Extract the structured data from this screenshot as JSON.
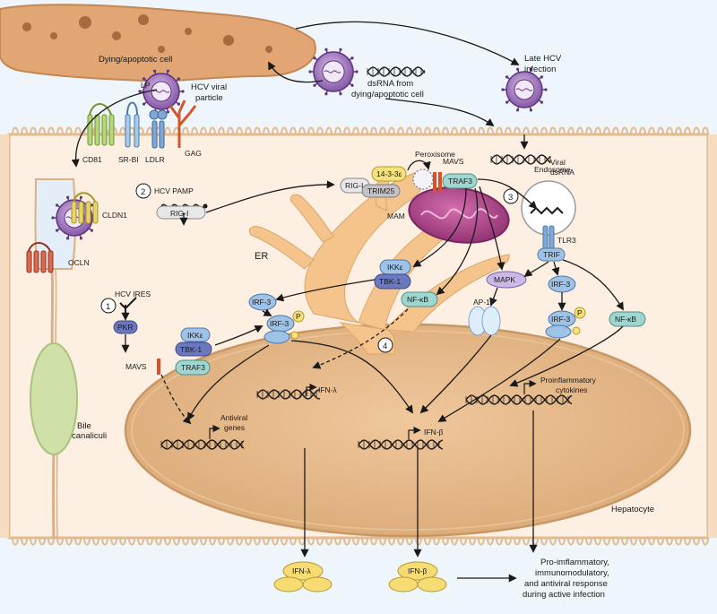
{
  "labels": {
    "dying_cell": "Dying/apoptotic cell",
    "late_hcv_1": "Late HCV",
    "late_hcv_2": "infection",
    "dsrna_from_1": "dsRNA from",
    "dsrna_from_2": "dying/apoptotic cell",
    "lp": "LP",
    "hcv_viral_1": "HCV viral",
    "hcv_viral_2": "particle",
    "cd81": "CD81",
    "srbi": "SR-BI",
    "ldlr": "LDLR",
    "gag": "GAG",
    "cldn1": "CLDN1",
    "ocln": "OCLN",
    "hcv_pamp": "HCV PAMP",
    "num2": "2",
    "rigi_free": "RIG-I",
    "rigi_bound": "RIG-I",
    "protein1433": "14-3-3ε",
    "trim25": "TRIM25",
    "peroxisome": "Peroxisome",
    "mavs_top": "MAVS",
    "traf3_top": "TRAF3",
    "mam": "MAM",
    "viral_dsrna_1": "Viral",
    "viral_dsrna_2": "dsRNA",
    "num3": "3",
    "endosome": "Endosome",
    "tlr3": "TLR3",
    "trif": "TRIF",
    "er": "ER",
    "ikke_top": "IKKε",
    "tbk1_top": "TBK-1",
    "irf3_a": "IRF-3",
    "irf3_b": "IRF-3",
    "p_a": "P",
    "nfkb_mid": "NF-κB",
    "mapk": "MAPK",
    "ap1": "AP-1",
    "irf3_c": "IRF-3",
    "irf3_d": "IRF-3",
    "p_b": "P",
    "nfkb_right": "NF-κB",
    "hcv_ires": "HCV IRES",
    "num1": "1",
    "pkr": "PKR",
    "mavs_left": "MAVS",
    "traf3_left": "TRAF3",
    "ikke_left": "IKKε",
    "tbk1_left": "TBK-1",
    "num4": "4",
    "ifn_lambda_gene": "IFN-λ",
    "antiviral_1": "Antiviral",
    "antiviral_2": "genes",
    "ifn_beta_gene": "IFN-β",
    "proinfl_1": "Proinflammatory",
    "proinfl_2": "cytokines",
    "bile_1": "Bile",
    "bile_2": "canaliculi",
    "hepatocyte": "Hepatocyte",
    "ifn_lambda_out": "IFN-λ",
    "ifn_beta_out": "IFN-β",
    "response_1": "Pro-imflammatory,",
    "response_2": "immunomodulatory,",
    "response_3": "and antiviral response",
    "response_4": "during active infection"
  },
  "colors": {
    "cytoplasm": "#fdf1e6",
    "membrane": "#e8c08e",
    "nucleus": "#e6b98a",
    "nucleus_edge": "#c79766",
    "er": "#f2c48c",
    "dying_cell": "#e0a877",
    "mitochondrion": "#b0428c",
    "virus": "#8a55a8",
    "irf_blue": "#9fc3e6",
    "teal_box": "#9fd6cf",
    "ifn_yellow": "#f6dc73",
    "extracell": "#eaf4fb"
  }
}
